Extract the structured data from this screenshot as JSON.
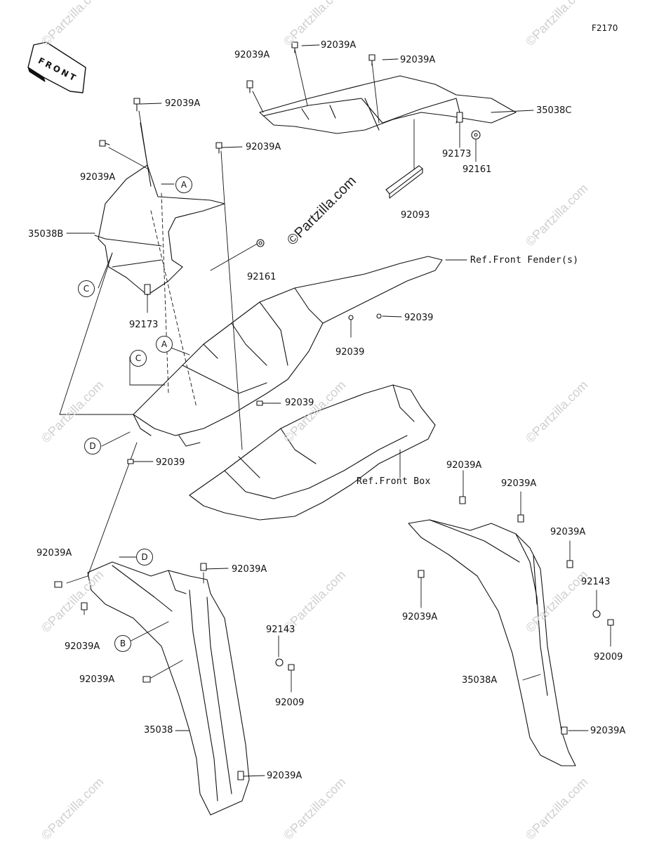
{
  "figure_code": "F2170",
  "front_arrow_label": "FRONT",
  "watermark": "©Partzilla.com",
  "callouts": {
    "A": "A",
    "B": "B",
    "C": "C",
    "D": "D"
  },
  "refs": {
    "front_fenders": "Ref.Front Fender(s)",
    "front_box": "Ref.Front Box"
  },
  "parts": {
    "p_35038": "35038",
    "p_35038A": "35038A",
    "p_35038B": "35038B",
    "p_35038C": "35038C",
    "p_92009": "92009",
    "p_92039": "92039",
    "p_92039A": "92039A",
    "p_92093": "92093",
    "p_92143": "92143",
    "p_92161": "92161",
    "p_92173": "92173"
  }
}
